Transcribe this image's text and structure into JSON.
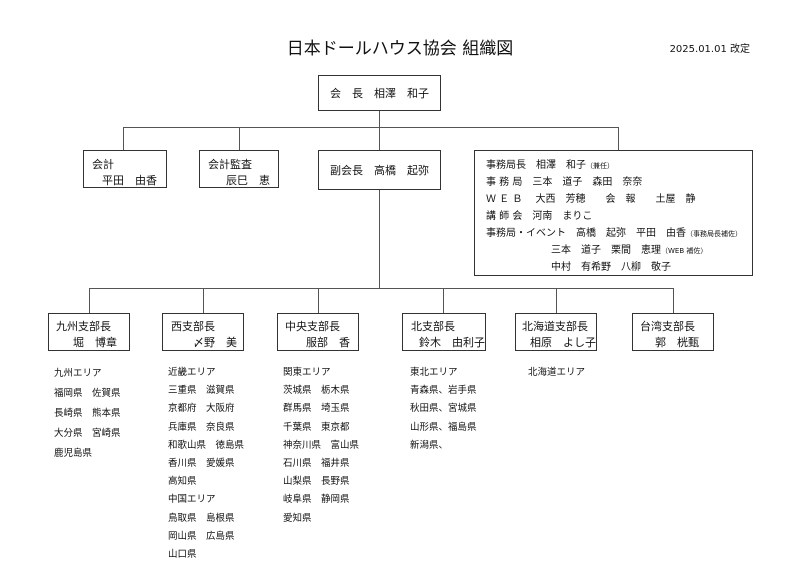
{
  "header": {
    "title": "日本ドールハウス協会 組織図",
    "date": "2025.01.01 改定"
  },
  "president": {
    "text": "会　長　相澤　和子"
  },
  "accounting": {
    "title": "会計",
    "name": "平田　由香"
  },
  "audit": {
    "title": "会計監査",
    "name": "辰巳　恵"
  },
  "vice": {
    "text": "副会長　高橋　起弥"
  },
  "office": {
    "lines": [
      {
        "text": "事務局長　相澤　和子",
        "note": "（兼任）"
      },
      {
        "text": "事 務 局　三本　道子　森田　奈奈",
        "note": ""
      },
      {
        "text": "Ｗ Ｅ Ｂ　 大西　芳穂　　会　報　　土屋　静",
        "note": ""
      },
      {
        "text": "講 師 会　河南　まりこ",
        "note": ""
      },
      {
        "text": "事務局・イベント　高橋　起弥　平田　由香",
        "note": "（事務局長補佐）"
      },
      {
        "text": "三本　道子　栗間　恵理",
        "note": "（WEB 補佐）"
      },
      {
        "text": "中村　有希野　八柳　敬子",
        "note": ""
      }
    ]
  },
  "branches": [
    {
      "title": "九州支部長",
      "name": "堀　博章",
      "areas": [
        "九州エリア",
        "福岡県　佐賀県",
        "長崎県　熊本県",
        "大分県　宮崎県",
        "鹿児島県"
      ]
    },
    {
      "title": "西支部長",
      "name": "〆野　美",
      "areas": [
        "近畿エリア",
        "三重県　滋賀県",
        "京都府　大阪府",
        "兵庫県　奈良県",
        "和歌山県　徳島県",
        "香川県　愛媛県",
        "高知県",
        "中国エリア",
        "鳥取県　島根県",
        "岡山県　広島県",
        "山口県"
      ]
    },
    {
      "title": "中央支部長",
      "name": "服部　香",
      "areas": [
        "関東エリア",
        "茨城県　栃木県",
        "群馬県　埼玉県",
        "千葉県　東京都",
        "神奈川県　富山県",
        "石川県　福井県",
        "山梨県　長野県",
        "岐阜県　静岡県",
        "愛知県"
      ]
    },
    {
      "title": "北支部長",
      "name": "鈴木　由利子",
      "areas": [
        "東北エリア",
        "青森県、岩手県",
        "秋田県、宮城県",
        "山形県、福島県",
        "新潟県、"
      ]
    },
    {
      "title": "北海道支部長",
      "name": "相原　よし子",
      "areas": [
        "北海道エリア"
      ]
    },
    {
      "title": "台湾支部長",
      "name": "郭　桄甄",
      "areas": []
    }
  ]
}
